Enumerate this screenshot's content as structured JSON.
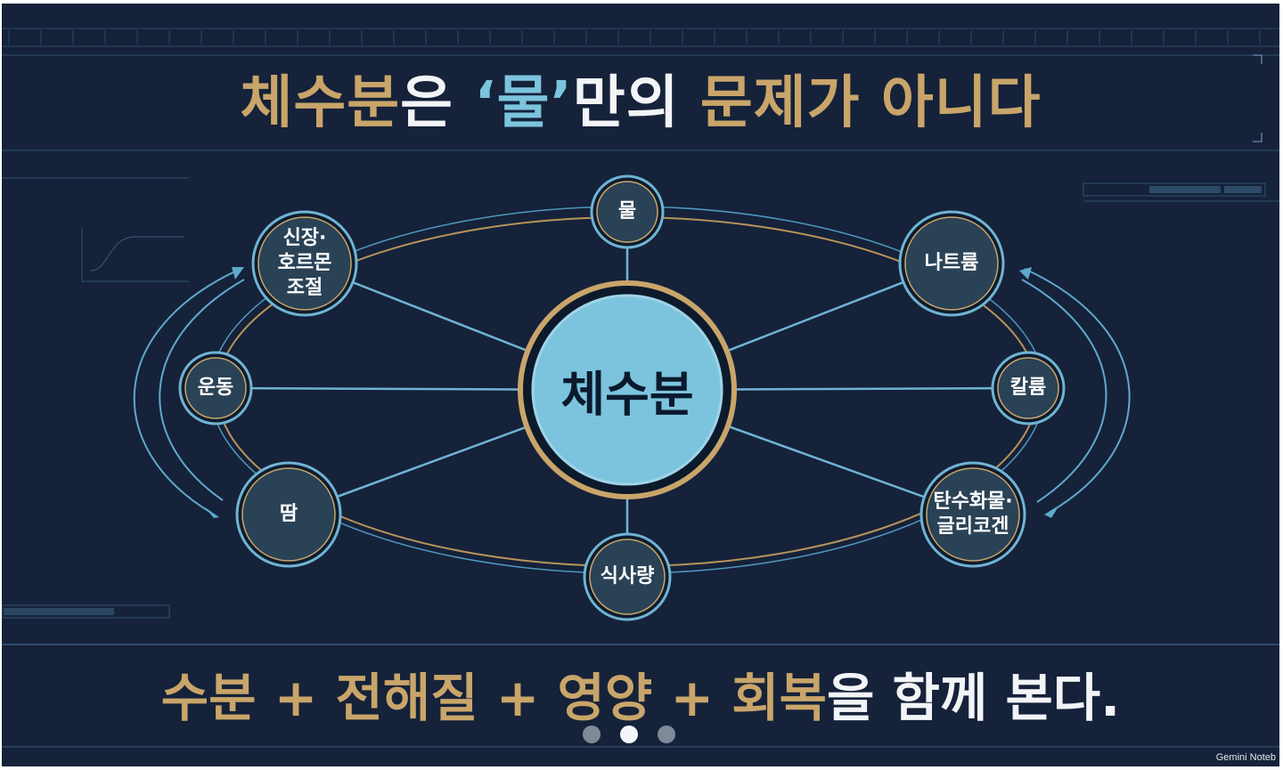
{
  "title": {
    "part1": "체수분",
    "part2": "은 ",
    "part3": "‘물’",
    "part4": "만의",
    "part5": " 문제가 아니다"
  },
  "diagram": {
    "center": "체수분",
    "nodes": [
      {
        "id": "water",
        "label": "물"
      },
      {
        "id": "sodium",
        "label": "나트륨"
      },
      {
        "id": "potassium",
        "label": "칼륨"
      },
      {
        "id": "carb",
        "label": "탄수화물·\n글리코겐"
      },
      {
        "id": "intake",
        "label": "식사량"
      },
      {
        "id": "sweat",
        "label": "땀"
      },
      {
        "id": "exercise",
        "label": "운동"
      },
      {
        "id": "kidney",
        "label": "신장·\n호르몬\n조절"
      }
    ]
  },
  "bottom": {
    "t1": "수분 + 전해질 + 영양 + 회복",
    "t2": "을 함께 본다."
  },
  "pagination": {
    "count": 3,
    "active": 1
  },
  "watermark": "Gemini Noteb",
  "colors": {
    "background": "#15223a",
    "gold": "#c9a56a",
    "cyan": "#7cc4dd",
    "node_fill": "#2a4256"
  }
}
